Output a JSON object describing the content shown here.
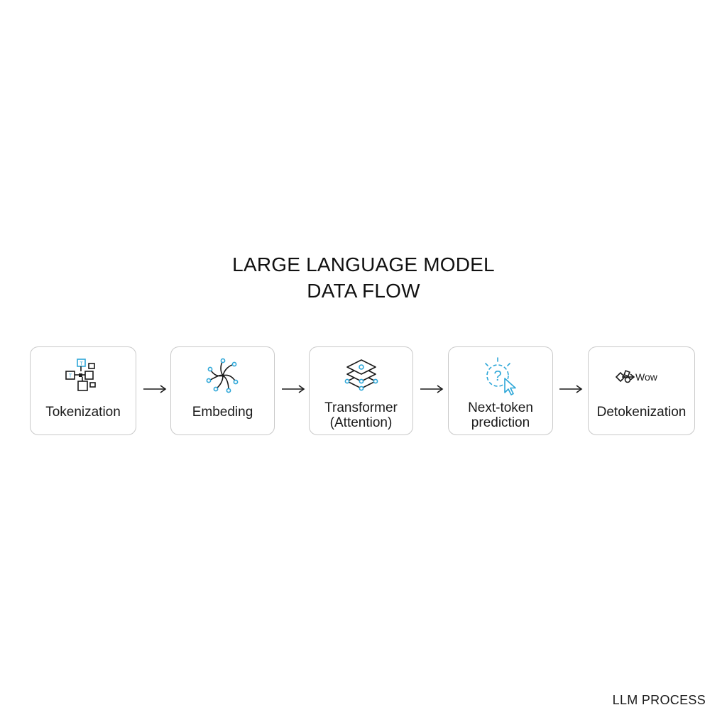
{
  "title": {
    "line1": "LARGE LANGUAGE MODEL",
    "line2": "DATA FLOW"
  },
  "colors": {
    "accent": "#2ea7d8",
    "stroke": "#1a1a1a",
    "box_border": "#c9c9c9"
  },
  "steps": [
    {
      "label": "Tokenization",
      "icon": "token-blocks-icon"
    },
    {
      "label": "Embeding",
      "icon": "swirl-network-icon"
    },
    {
      "label_line1": "Transformer",
      "label_line2": "(Attention)",
      "icon": "stacked-layers-icon"
    },
    {
      "label_line1": "Next-token",
      "label_line2": "prediction",
      "icon": "question-cursor-icon"
    },
    {
      "label": "Detokenization",
      "icon": "tokens-to-word-icon",
      "icon_text": "Wow"
    }
  ],
  "footer": "LLM PROCESS"
}
